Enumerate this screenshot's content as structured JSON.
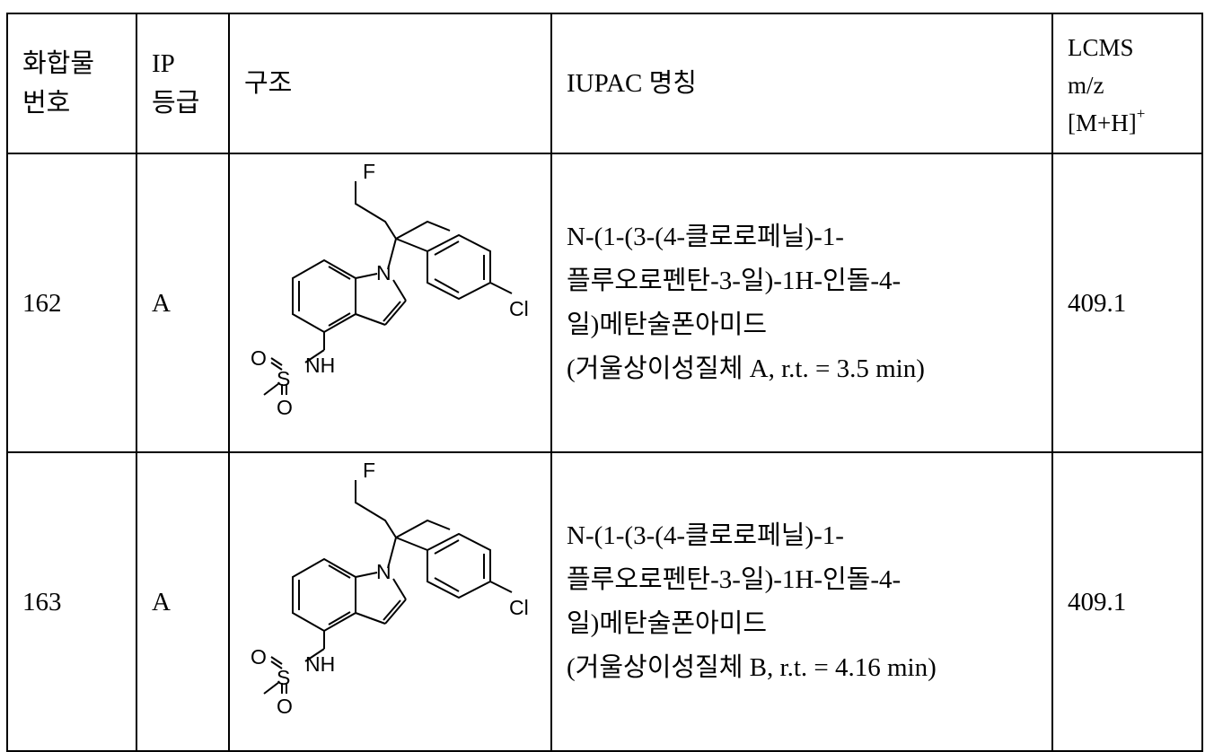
{
  "headers": {
    "compound_no_line1": "화합물",
    "compound_no_line2": "번호",
    "ip_line1": "IP",
    "ip_line2": "등급",
    "structure": "구조",
    "iupac": "IUPAC 명칭",
    "lcms_line1": "LCMS",
    "lcms_line2": "m/z",
    "lcms_line3": "[M+H]",
    "lcms_sup": "+"
  },
  "rows": [
    {
      "compound_no": "162",
      "ip_grade": "A",
      "iupac_line1": "N-(1-(3-(4-클로로페닐)-1-",
      "iupac_line2": "플루오로펜탄-3-일)-1H-인돌-4-",
      "iupac_line3": "일)메탄술폰아미드",
      "iupac_line4": "(거울상이성질체 A, r.t. = 3.5 min)",
      "lcms": "409.1",
      "structure_labels": {
        "f": "F",
        "n": "N",
        "cl": "Cl",
        "nh": "NH",
        "s": "S",
        "o1": "O",
        "o2": "O"
      }
    },
    {
      "compound_no": "163",
      "ip_grade": "A",
      "iupac_line1": "N-(1-(3-(4-클로로페닐)-1-",
      "iupac_line2": "플루오로펜탄-3-일)-1H-인돌-4-",
      "iupac_line3": "일)메탄술폰아미드",
      "iupac_line4": "(거울상이성질체 B, r.t. = 4.16 min)",
      "lcms": "409.1",
      "structure_labels": {
        "f": "F",
        "n": "N",
        "cl": "Cl",
        "nh": "NH",
        "s": "S",
        "o1": "O",
        "o2": "O"
      }
    }
  ]
}
